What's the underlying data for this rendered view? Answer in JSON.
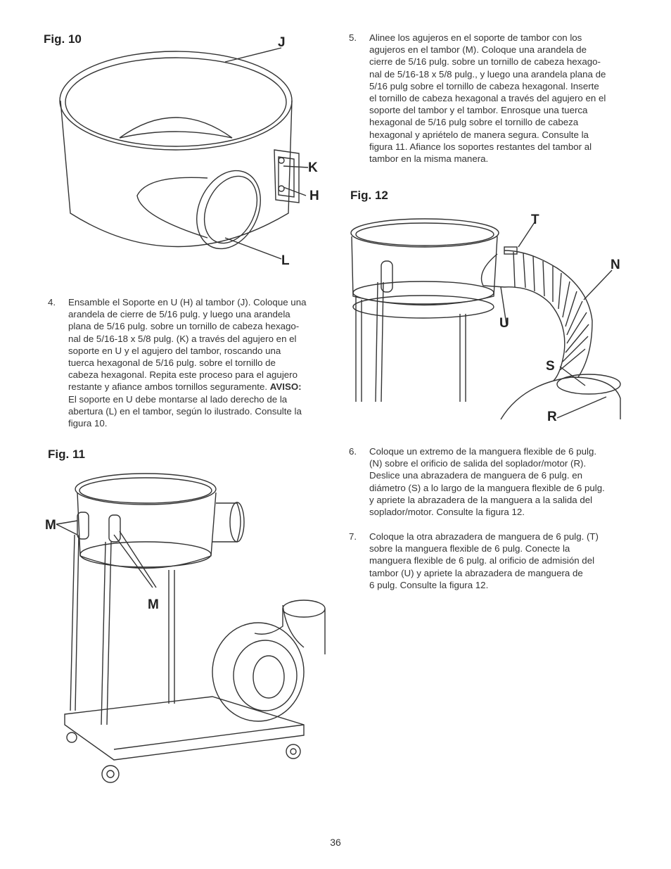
{
  "fig10": {
    "title": "Fig. 10",
    "labels": {
      "j": "J",
      "k": "K",
      "h": "H",
      "l": "L"
    }
  },
  "fig11": {
    "title": "Fig. 11",
    "labels": {
      "m_left": "M",
      "m_bottom": "M"
    }
  },
  "fig12": {
    "title": "Fig. 12",
    "labels": {
      "t": "T",
      "n": "N",
      "u": "U",
      "s": "S",
      "r": "R"
    }
  },
  "step4": {
    "number": "4.",
    "lines": [
      "Ensamble el Soporte en U (H) al tambor (J). Coloque una",
      "arandela de cierre de 5/16 pulg. y luego una arandela",
      "plana de 5/16 pulg. sobre un tornillo de cabeza hexago-",
      "nal de 5/16-18 x 5/8 pulg. (K) a través del agujero en el",
      "soporte en U y el agujero del tambor, roscando una",
      "tuerca hexagonal de 5/16 pulg. sobre el tornillo de",
      "cabeza hexagonal. Repita este proceso para el agujero",
      "restante y afiance ambos tornillos seguramente."
    ],
    "aviso_label": "AVISO:",
    "after_lines": [
      "El soporte en U debe montarse al lado derecho de la",
      "abertura (L) en el tambor, según lo ilustrado. Consulte la",
      "figura 10."
    ]
  },
  "step5": {
    "number": "5.",
    "lines": [
      "Alinee los agujeros en el soporte de tambor con los",
      "agujeros en el tambor (M). Coloque una arandela de",
      "cierre de 5/16 pulg. sobre un tornillo de cabeza hexago-",
      "nal de 5/16-18 x 5/8 pulg., y luego una arandela plana de",
      "5/16 pulg sobre el tornillo de cabeza hexagonal. Inserte",
      "el tornillo de cabeza hexagonal a través del agujero en el",
      "soporte del tambor y el tambor. Enrosque una tuerca",
      "hexagonal de 5/16 pulg sobre el tornillo de cabeza",
      "hexagonal y apriételo de manera segura. Consulte la",
      "figura 11. Afiance los soportes restantes del tambor al",
      "tambor en la misma manera."
    ]
  },
  "step6": {
    "number": "6.",
    "lines": [
      "Coloque un extremo de la manguera flexible de 6 pulg.",
      "(N) sobre el orificio de salida del soplador/motor (R).",
      "Deslice una abrazadera de manguera de 6 pulg. en",
      "diámetro (S) a lo largo de la manguera flexible de 6 pulg.",
      "y apriete la abrazadera de la manguera a la salida del",
      "soplador/motor. Consulte la figura 12."
    ]
  },
  "step7": {
    "number": "7.",
    "lines": [
      "Coloque la otra abrazadera de manguera de 6 pulg. (T)",
      "sobre la manguera flexible de 6 pulg. Conecte la",
      "manguera flexible de 6 pulg. al orificio de admisión del",
      "tambor (U) y apriete la abrazadera de manguera de",
      "6 pulg. Consulte la figura 12."
    ]
  },
  "page_number": "36"
}
